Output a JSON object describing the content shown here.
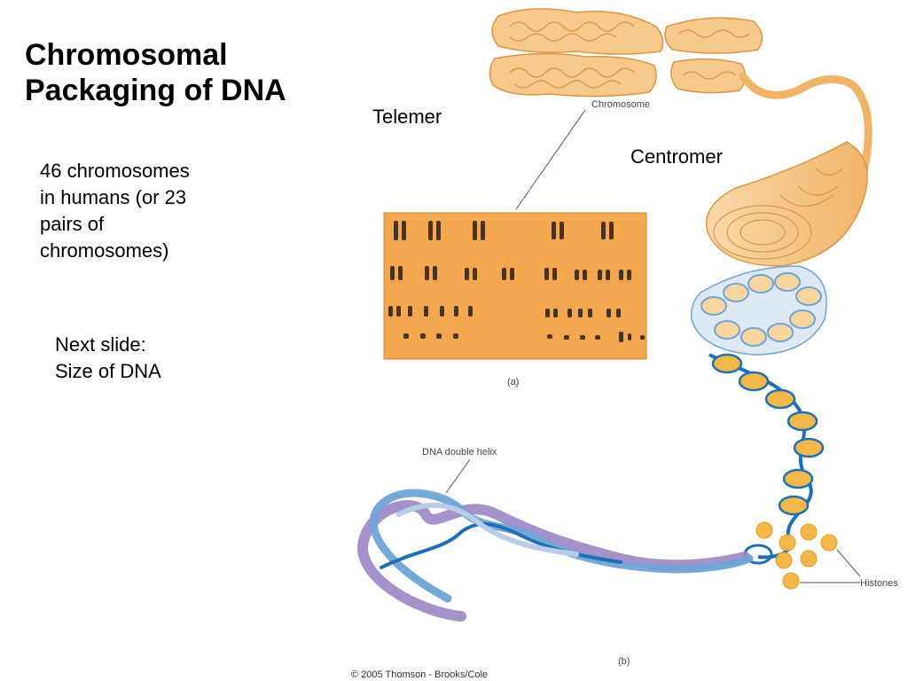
{
  "slide": {
    "title_lines": [
      "Chromosomal",
      "Packaging of DNA"
    ],
    "body_lines": [
      "46 chromosomes",
      "in humans (or 23",
      "pairs of",
      "chromosomes)"
    ],
    "next_lines": [
      "Next slide:",
      "Size of DNA"
    ],
    "telomere_note": "Telemer",
    "centromere_note": "Centromer"
  },
  "figure": {
    "chromosome_label": "Chromosome",
    "panel_a_label": "(a)",
    "dna_label": "DNA double helix",
    "histones_label": "Histones",
    "panel_b_label": "(b)",
    "copyright": "© 2005 Thomson - Brooks/Cole"
  },
  "colors": {
    "chromatin": "#f7c98a",
    "karyotype_bg": "#f3a74e",
    "chromosome_dark": "#4a3220",
    "dna_blue": "#6fa3d6",
    "dna_dark_blue": "#1f6fb5",
    "dna_purple": "#9c86c4",
    "histone": "#f4b84a"
  }
}
